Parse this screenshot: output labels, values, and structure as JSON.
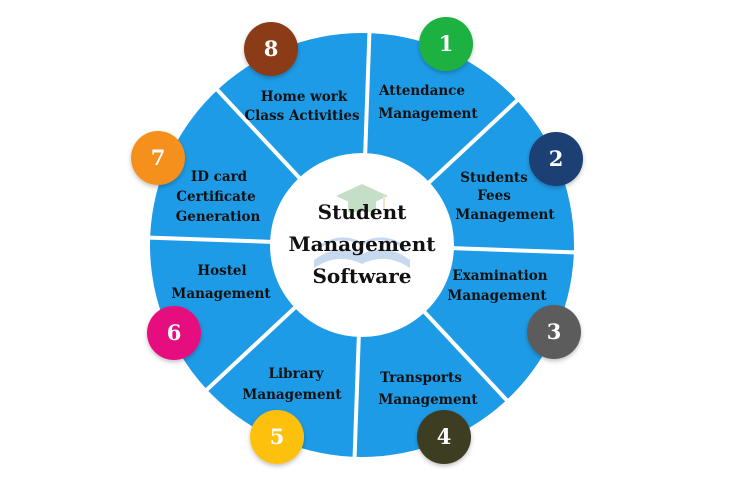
{
  "center": {
    "lines": [
      "Student",
      "Management",
      "Software"
    ]
  },
  "segments": [
    {
      "number": "1",
      "lines": [
        "Attendance",
        "Management"
      ],
      "badge_color": "#1bb140"
    },
    {
      "number": "2",
      "lines": [
        "Students",
        "Fees",
        "Management"
      ],
      "badge_color": "#1c3f73"
    },
    {
      "number": "3",
      "lines": [
        "Examination",
        "Management"
      ],
      "badge_color": "#5c5c5c"
    },
    {
      "number": "4",
      "lines": [
        "Transports",
        "Management"
      ],
      "badge_color": "#3e3e24"
    },
    {
      "number": "5",
      "lines": [
        "Library",
        "Management"
      ],
      "badge_color": "#fdc10f"
    },
    {
      "number": "6",
      "lines": [
        "Hostel",
        "Management"
      ],
      "badge_color": "#e6117f"
    },
    {
      "number": "7",
      "lines": [
        "ID card",
        "Certificate",
        "Generation"
      ],
      "badge_color": "#f5901e"
    },
    {
      "number": "8",
      "lines": [
        "Home work",
        "Class Activities"
      ],
      "badge_color": "#8b3a14"
    }
  ],
  "colors": {
    "ring": "#1e9be6",
    "divider": "#ffffff",
    "center_fill": "#ffffff"
  },
  "icons": [
    "graduation-cap-book-logo"
  ]
}
